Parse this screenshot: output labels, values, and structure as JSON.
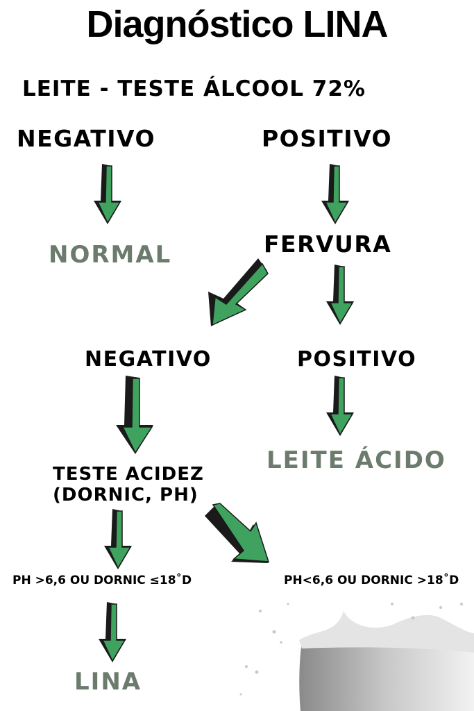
{
  "title": "Diagnóstico LINA",
  "subtitle": "LEITE - TESTE ÁLCOOL 72%",
  "level1": {
    "left": "NEGATIVO",
    "right": "POSITIVO"
  },
  "level2": {
    "left_result": "NORMAL",
    "right_step": "FERVURA"
  },
  "level3": {
    "left": "NEGATIVO",
    "right": "POSITIVO"
  },
  "level4": {
    "left_step_line1": "TESTE ACIDEZ",
    "left_step_line2": "(DORNIC, PH)",
    "right_result": "LEITE ÁCIDO"
  },
  "level5": {
    "left": "PH >6,6 OU DORNIC ≤18˚D",
    "right": "PH<6,6 OU DORNIC >18˚D"
  },
  "final_result": "LINA",
  "colors": {
    "arrow_fill": "#3fa35f",
    "arrow_shadow": "#1a1a1a",
    "result_text": "#6b7b6c"
  },
  "icons": {
    "arrow": "down-arrow-icon",
    "diag_arrow": "diagonal-arrow-icon",
    "image": "milk-splash-image"
  }
}
